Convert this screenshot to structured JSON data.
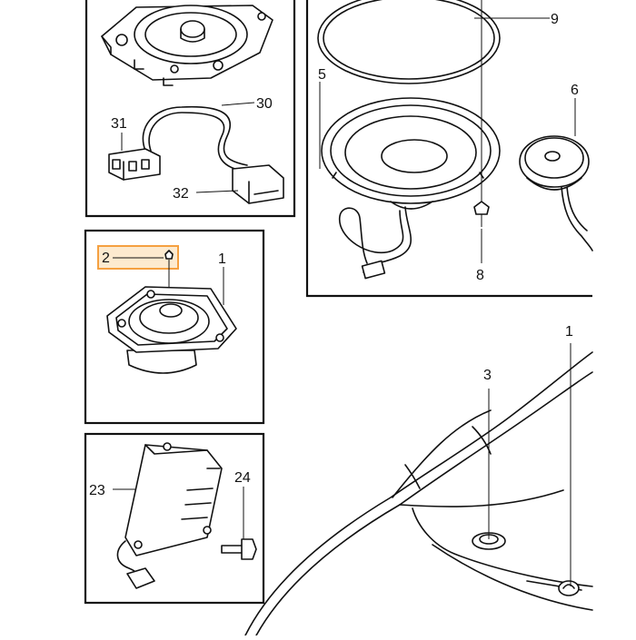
{
  "callouts": {
    "c9": "9",
    "c5": "5",
    "c6": "6",
    "c8": "8",
    "c30": "30",
    "c31": "31",
    "c32": "32",
    "c2": "2",
    "c1_tweeter": "1",
    "c1_car": "1",
    "c3": "3",
    "c23": "23",
    "c24": "24"
  },
  "highlight": {
    "label": "2",
    "color": "#f5a040"
  }
}
